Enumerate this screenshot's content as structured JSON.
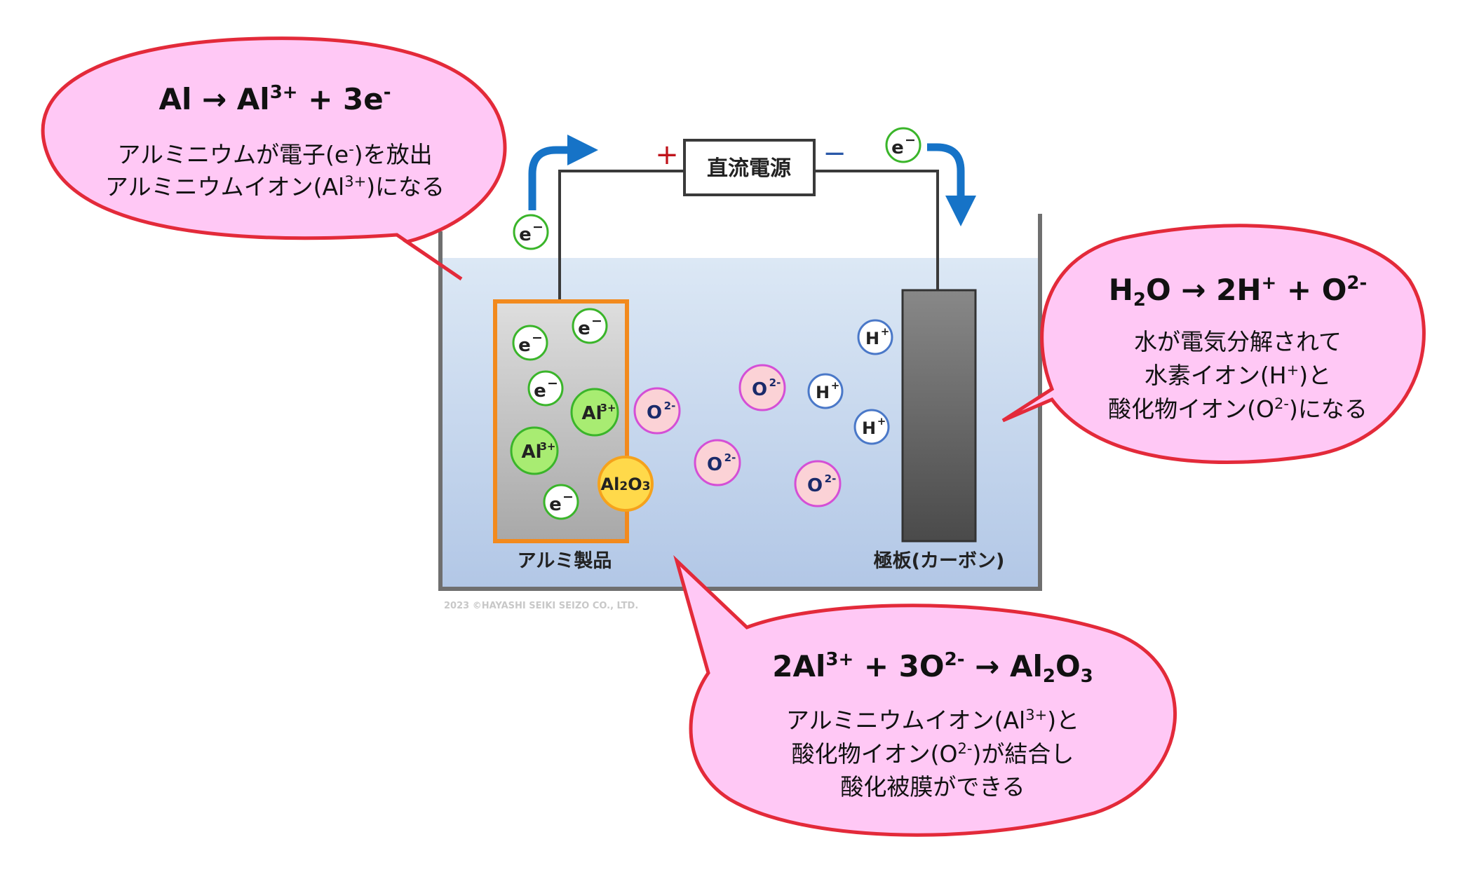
{
  "power_supply": {
    "label": "直流電源",
    "plus": "+",
    "minus": "−"
  },
  "electron_label": "e",
  "electron_sign": "−",
  "anode": {
    "label": "アルミ製品"
  },
  "cathode": {
    "label": "極板(カーボン)"
  },
  "ions": {
    "al": "Al",
    "al_charge": "3+",
    "o": "O",
    "o_charge": "2-",
    "h": "H",
    "h_charge": "+",
    "al2o3": {
      "a": "Al",
      "b": "2",
      "c": "O",
      "d": "3"
    }
  },
  "copyright": "2023 ©HAYASHI SEIKI SEIZO CO., LTD.",
  "bubble_left": {
    "eq": {
      "a": "Al → Al",
      "b": "3+",
      "c": " + 3e",
      "d": "-"
    },
    "line1": {
      "a": "アルミニウムが電子(e",
      "b": "-",
      "c": ")を放出"
    },
    "line2": {
      "a": "アルミニウムイオン(Al",
      "b": "3+",
      "c": ")になる"
    }
  },
  "bubble_right": {
    "eq": {
      "a": "H",
      "b": "2",
      "c": "O → 2H",
      "d": "+",
      "e": " + O",
      "f": "2-"
    },
    "line1": "水が電気分解されて",
    "line2": {
      "a": "水素イオン(H",
      "b": "+",
      "c": ")と"
    },
    "line3": {
      "a": "酸化物イオン(O",
      "b": "2-",
      "c": ")になる"
    }
  },
  "bubble_bottom": {
    "eq": {
      "a": "2Al",
      "b": "3+",
      "c": " + 3O",
      "d": "2-",
      "e": " → Al",
      "f": "2",
      "g": "O",
      "h": "3"
    },
    "line1": {
      "a": "アルミニウムイオン(Al",
      "b": "3+",
      "c": ")と"
    },
    "line2": {
      "a": "酸化物イオン(O",
      "b": "2-",
      "c": ")が結合し"
    },
    "line3": "酸化被膜ができる"
  },
  "colors": {
    "bubble_fill": "#ffc8f5",
    "bubble_stroke": "#e32a3a",
    "electron_stroke": "#3ab52a",
    "al_ion_fill": "#a8ec72",
    "o_ion_fill": "#fbd2d6",
    "o_ion_stroke": "#d44fd6",
    "h_ion_stroke": "#4a78c8",
    "al2o3_fill": "#ffd94a",
    "al2o3_stroke": "#f5a21c",
    "anode_border": "#f28a1d",
    "arrow_blue": "#1673c7",
    "plus_red": "#c0141c",
    "minus_blue": "#2a58a8"
  }
}
